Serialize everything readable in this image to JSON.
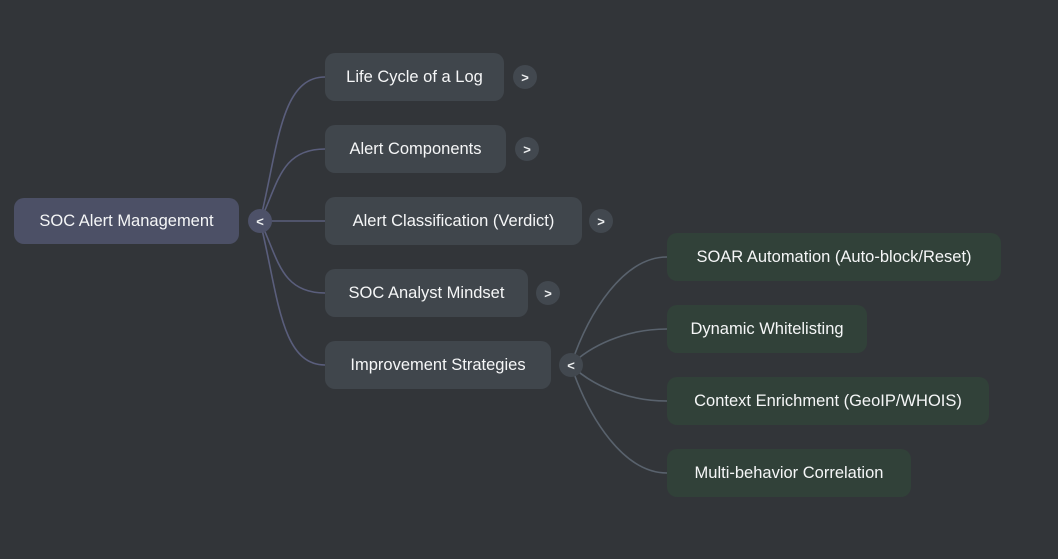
{
  "colors": {
    "bg": "#323539",
    "root_node": "#4c5066",
    "branch_node": "#40464c",
    "leaf_node": "#314139",
    "root_link": "#5a5e7c",
    "leaf_link": "#59626d",
    "toggle_root": "#4d5168",
    "toggle": "#42484f",
    "text": "#f5f6f7"
  },
  "mindmap": {
    "root": {
      "label": "SOC Alert Management",
      "toggle": "<",
      "expanded": true
    },
    "level1": [
      {
        "label": "Life Cycle of a Log",
        "toggle": ">",
        "expanded": false
      },
      {
        "label": "Alert Components",
        "toggle": ">",
        "expanded": false
      },
      {
        "label": "Alert Classification (Verdict)",
        "toggle": ">",
        "expanded": false
      },
      {
        "label": "SOC Analyst Mindset",
        "toggle": ">",
        "expanded": false
      },
      {
        "label": "Improvement Strategies",
        "toggle": "<",
        "expanded": true
      }
    ],
    "level2": [
      {
        "label": "SOAR Automation (Auto-block/Reset)"
      },
      {
        "label": "Dynamic Whitelisting"
      },
      {
        "label": "Context Enrichment (GeoIP/WHOIS)"
      },
      {
        "label": "Multi-behavior Correlation"
      }
    ]
  }
}
